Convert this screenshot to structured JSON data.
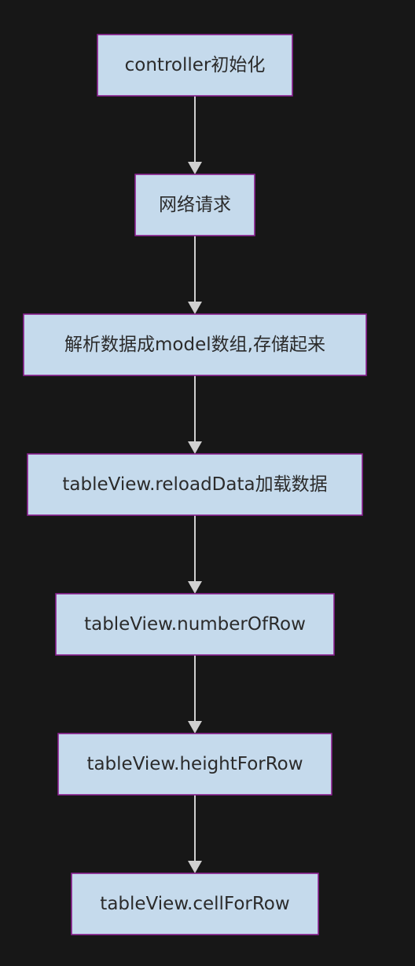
{
  "diagram": {
    "type": "flowchart",
    "direction": "top-to-bottom",
    "colors": {
      "background": "#171717",
      "node_fill": "#c5daec",
      "node_border": "#8a1f8f",
      "node_text": "#2b2b2b",
      "edge": "#d0d0d0"
    },
    "nodes": [
      {
        "id": "n1",
        "label": "controller初始化"
      },
      {
        "id": "n2",
        "label": "网络请求"
      },
      {
        "id": "n3",
        "label": "解析数据成model数组,存储起来"
      },
      {
        "id": "n4",
        "label": "tableView.reloadData加载数据"
      },
      {
        "id": "n5",
        "label": "tableView.numberOfRow"
      },
      {
        "id": "n6",
        "label": "tableView.heightForRow"
      },
      {
        "id": "n7",
        "label": "tableView.cellForRow"
      }
    ],
    "edges": [
      {
        "from": "n1",
        "to": "n2"
      },
      {
        "from": "n2",
        "to": "n3"
      },
      {
        "from": "n3",
        "to": "n4"
      },
      {
        "from": "n4",
        "to": "n5"
      },
      {
        "from": "n5",
        "to": "n6"
      },
      {
        "from": "n6",
        "to": "n7"
      }
    ]
  }
}
